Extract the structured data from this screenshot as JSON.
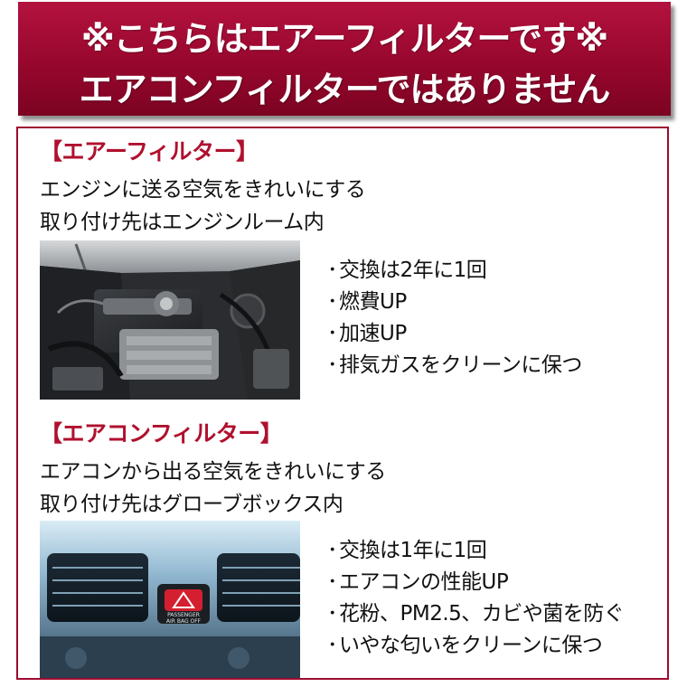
{
  "banner": {
    "line1": "※こちらはエアーフィルターです※",
    "line2": "エアコンフィルターではありません"
  },
  "air_filter": {
    "heading": "【エアーフィルター】",
    "desc1": "エンジンに送る空気をきれいにする",
    "desc2": "取り付け先はエンジンルーム内",
    "bullets": [
      "交換は2年に1回",
      "燃費UP",
      "加速UP",
      "排気ガスをクリーンに保つ"
    ]
  },
  "ac_filter": {
    "heading": "【エアコンフィルター】",
    "desc1": "エアコンから出る空気をきれいにする",
    "desc2": "取り付け先はグローブボックス内",
    "bullets": [
      "交換は1年に1回",
      "エアコンの性能UP",
      "花粉、PM2.5、カビや菌を防ぐ",
      "いやな匂いをクリーンに保つ"
    ],
    "photo_label_line1": "PASSENGER",
    "photo_label_line2": "AIR BAG OFF"
  },
  "colors": {
    "banner": "#97072d",
    "heading": "#b0102e",
    "border": "#9e0a30"
  }
}
